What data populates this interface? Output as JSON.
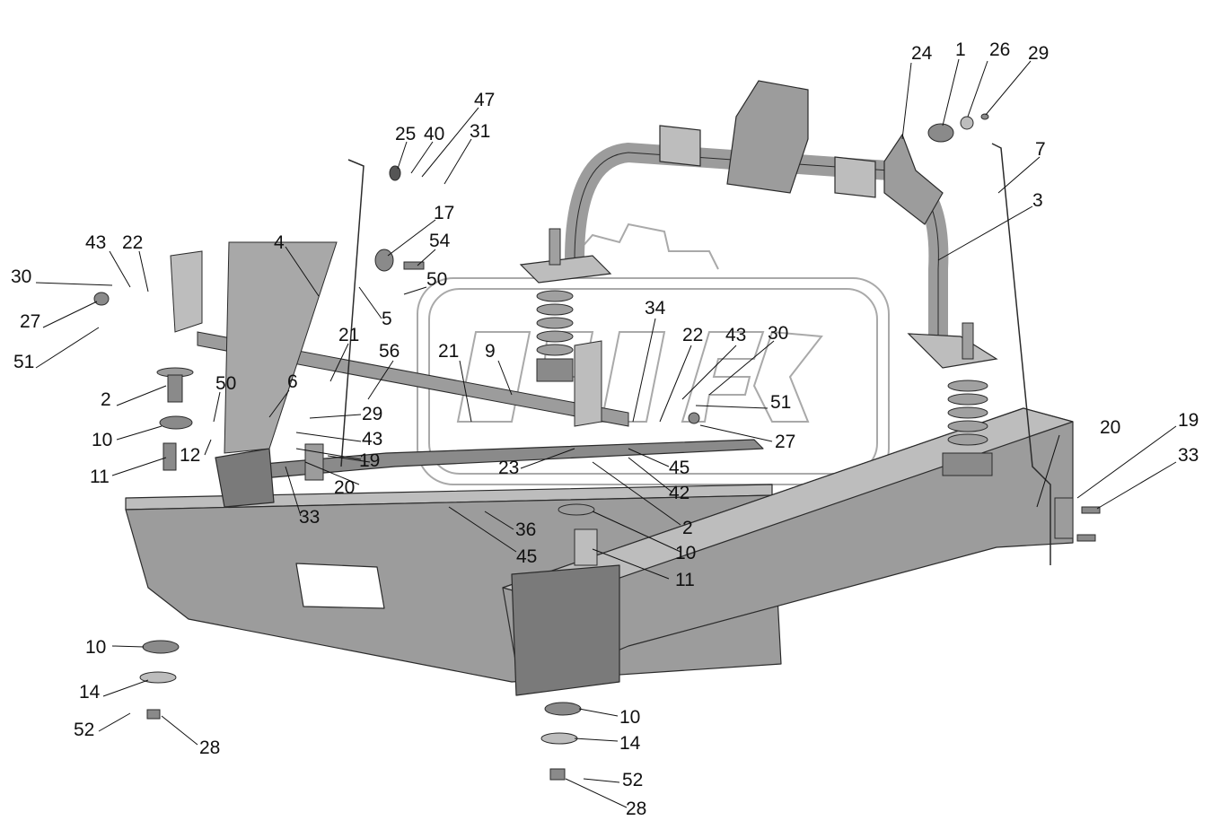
{
  "colors": {
    "frame_fill": "#9c9c9c",
    "frame_dark": "#7a7a7a",
    "frame_light": "#bdbdbd",
    "outline": "#2b2b2b",
    "watermark": "#555555"
  },
  "callouts": [
    {
      "id": "c1",
      "text": "24"
    },
    {
      "id": "c2",
      "text": "1"
    },
    {
      "id": "c3",
      "text": "26"
    },
    {
      "id": "c4",
      "text": "29"
    },
    {
      "id": "c5",
      "text": "7"
    },
    {
      "id": "c6",
      "text": "3"
    },
    {
      "id": "c7",
      "text": "47"
    },
    {
      "id": "c8",
      "text": "25"
    },
    {
      "id": "c9",
      "text": "40"
    },
    {
      "id": "c10",
      "text": "31"
    },
    {
      "id": "c11",
      "text": "17"
    },
    {
      "id": "c12",
      "text": "54"
    },
    {
      "id": "c13",
      "text": "50"
    },
    {
      "id": "c14",
      "text": "43"
    },
    {
      "id": "c15",
      "text": "22"
    },
    {
      "id": "c16",
      "text": "4"
    },
    {
      "id": "c17",
      "text": "30"
    },
    {
      "id": "c18",
      "text": "27"
    },
    {
      "id": "c19",
      "text": "51"
    },
    {
      "id": "c20",
      "text": "5"
    },
    {
      "id": "c21",
      "text": "34"
    },
    {
      "id": "c22",
      "text": "22"
    },
    {
      "id": "c23",
      "text": "43"
    },
    {
      "id": "c24",
      "text": "30"
    },
    {
      "id": "c25",
      "text": "21"
    },
    {
      "id": "c26",
      "text": "56"
    },
    {
      "id": "c27",
      "text": "21"
    },
    {
      "id": "c28",
      "text": "9"
    },
    {
      "id": "c29",
      "text": "2"
    },
    {
      "id": "c30",
      "text": "50"
    },
    {
      "id": "c31",
      "text": "51"
    },
    {
      "id": "c32",
      "text": "29"
    },
    {
      "id": "c33",
      "text": "6"
    },
    {
      "id": "c34",
      "text": "10"
    },
    {
      "id": "c35",
      "text": "12"
    },
    {
      "id": "c36",
      "text": "43"
    },
    {
      "id": "c37",
      "text": "27"
    },
    {
      "id": "c38",
      "text": "20"
    },
    {
      "id": "c39",
      "text": "19"
    },
    {
      "id": "c40",
      "text": "11"
    },
    {
      "id": "c41",
      "text": "19"
    },
    {
      "id": "c42",
      "text": "23"
    },
    {
      "id": "c43",
      "text": "45"
    },
    {
      "id": "c44",
      "text": "33"
    },
    {
      "id": "c45",
      "text": "20"
    },
    {
      "id": "c46",
      "text": "42"
    },
    {
      "id": "c47",
      "text": "33"
    },
    {
      "id": "c48",
      "text": "2"
    },
    {
      "id": "c49",
      "text": "36"
    },
    {
      "id": "c50",
      "text": "10"
    },
    {
      "id": "c51",
      "text": "45"
    },
    {
      "id": "c52",
      "text": "11"
    },
    {
      "id": "c53",
      "text": "10"
    },
    {
      "id": "c54",
      "text": "14"
    },
    {
      "id": "c55",
      "text": "52"
    },
    {
      "id": "c56",
      "text": "28"
    },
    {
      "id": "c57",
      "text": "10"
    },
    {
      "id": "c58",
      "text": "14"
    },
    {
      "id": "c59",
      "text": "52"
    },
    {
      "id": "c60",
      "text": "28"
    }
  ]
}
